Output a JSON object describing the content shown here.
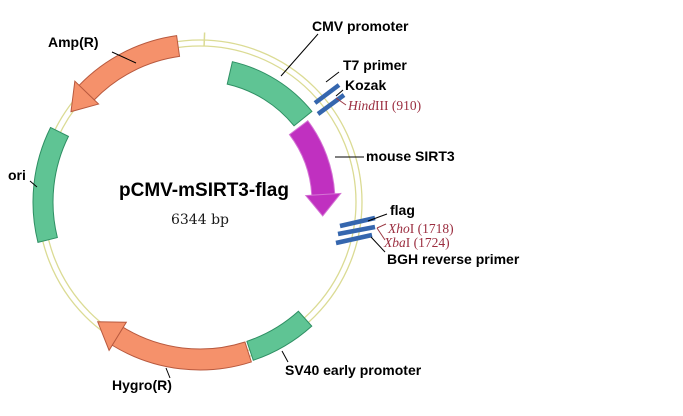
{
  "plasmid": {
    "title": "pCMV-mSIRT3-flag",
    "size": "6344 bp"
  },
  "feature_labels": {
    "cmv": "CMV promoter",
    "t7": "T7 primer",
    "kozak": "Kozak",
    "sirt3": "mouse SIRT3",
    "flag": "flag",
    "bgh": "BGH reverse primer",
    "sv40": "SV40 early promoter",
    "hygro": "Hygro(R)",
    "ori": "ori",
    "amp": "Amp(R)"
  },
  "restriction_sites": {
    "hindiii": {
      "italic": "Hind",
      "rest": "III (910)"
    },
    "xhoi": {
      "italic": "Xho",
      "rest": "I (1718)"
    },
    "xbai": {
      "italic": "Xba",
      "rest": "I (1724)"
    }
  },
  "colors": {
    "promoter_green": "#5FC494",
    "resistance_orange": "#F5916B",
    "cds_magenta": "#C030C0",
    "primer_blue": "#3566AE",
    "backbone_khaki": "#DBDB94",
    "site_text_red": "#9B2D3F"
  }
}
